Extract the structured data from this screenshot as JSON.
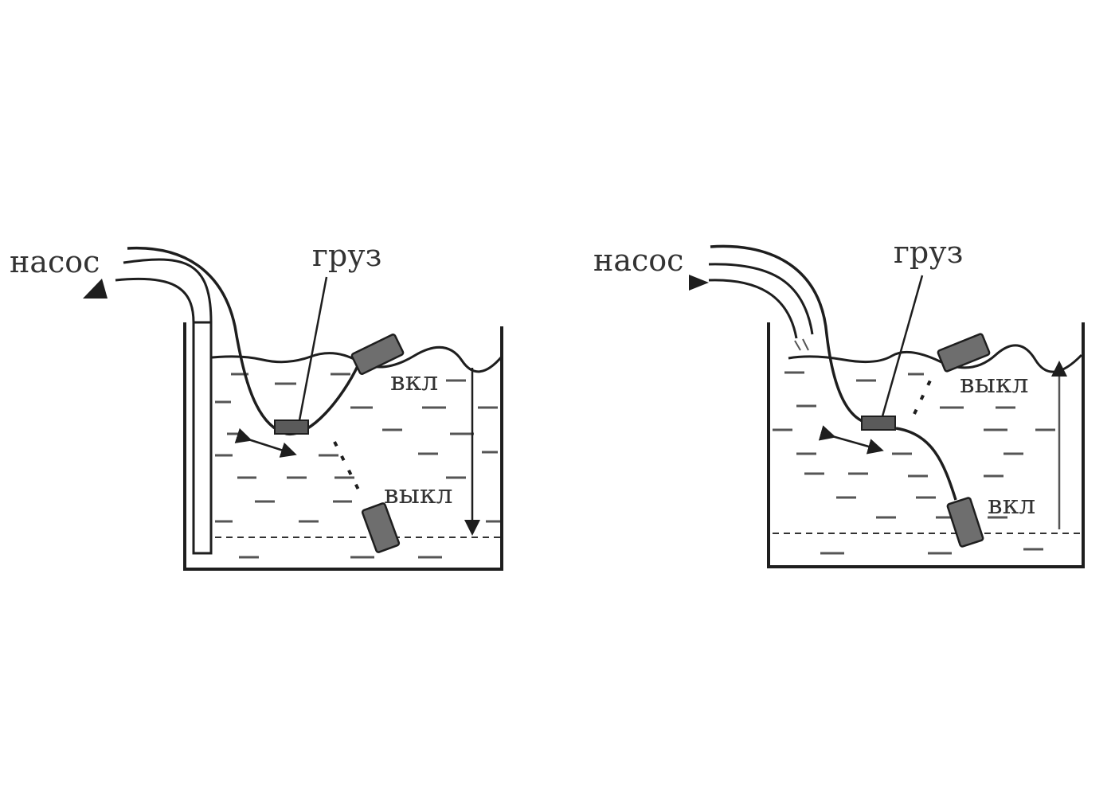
{
  "diagrams": [
    {
      "pump_label": "насос",
      "weight_label": "груз",
      "upper_label": "вкл",
      "lower_label": "выкл"
    },
    {
      "pump_label": "насос",
      "weight_label": "груз",
      "upper_label": "выкл",
      "lower_label": "вкл"
    }
  ],
  "colors": {
    "line": "#1e1e1e",
    "float_fill": "#6e6e6e",
    "weight_fill": "#5a5a5a",
    "text": "#333333"
  }
}
